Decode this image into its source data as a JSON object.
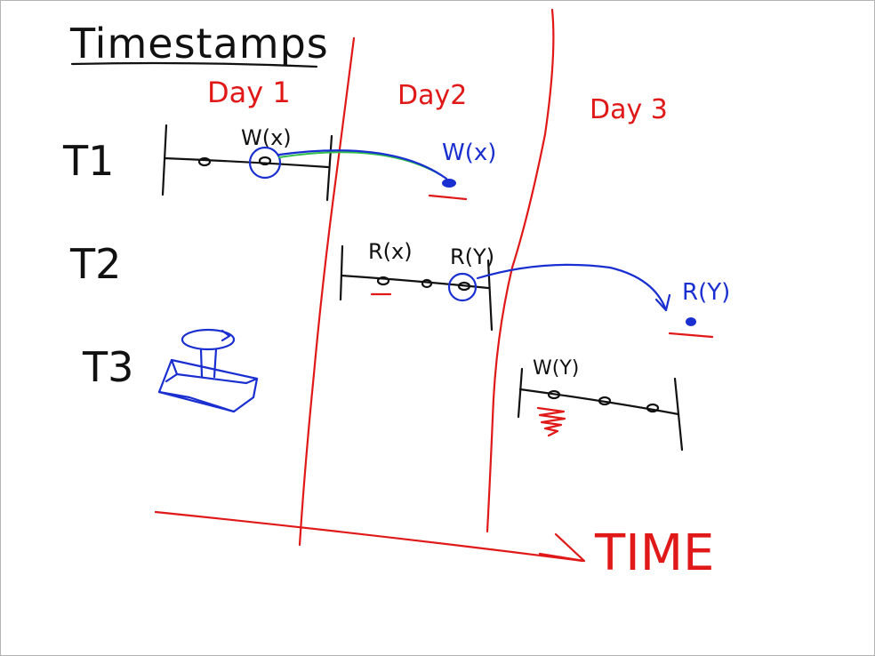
{
  "title": "Timestamps",
  "days": [
    "Day 1",
    "Day2",
    "Day 3"
  ],
  "transactions": [
    "T1",
    "T2",
    "T3"
  ],
  "ops": {
    "t1_write": "W(x)",
    "t1_write_moved": "W(x)",
    "t2_read_x": "R(x)",
    "t2_read_y": "R(Y)",
    "t2_read_y_moved": "R(Y)",
    "t3_write_y": "W(Y)"
  },
  "time_label": "TIME",
  "colors": {
    "ink": "#111111",
    "red": "#e01818",
    "blue": "#1a2fd0",
    "green": "#2fbf4a"
  },
  "icons": [
    "timestamp-stamp-icon"
  ]
}
